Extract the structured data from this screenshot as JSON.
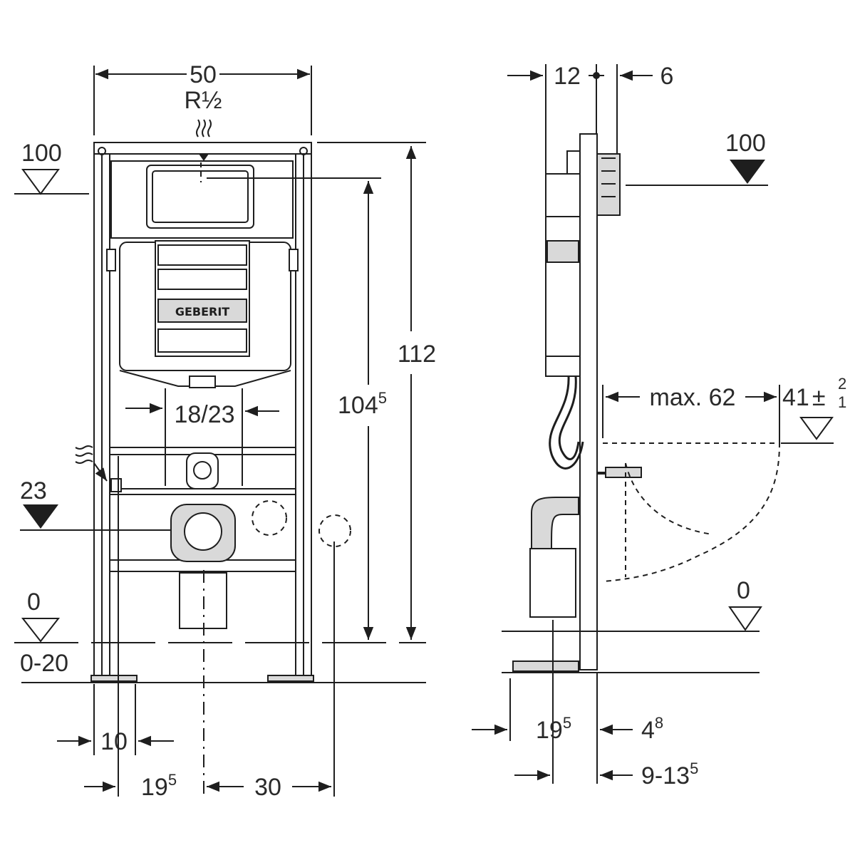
{
  "front_view": {
    "dim_width": "50",
    "dim_connection": "R½",
    "level_top": "100",
    "dim_height_total": "112",
    "dim_height_fixing": "104",
    "dim_height_fixing_sup": "5",
    "dim_actuator": "18/23",
    "level_drain": "23",
    "level_floor": "0",
    "dim_floor_range": "0-20",
    "dim_foot": "10",
    "dim_offset": "19",
    "dim_offset_sup": "5",
    "dim_drain_offset": "30",
    "brand": "GEBERIT"
  },
  "side_view": {
    "dim_depth_a": "12",
    "dim_depth_b": "6",
    "level_top": "100",
    "dim_projection": "max. 62",
    "dim_seat_height": "41",
    "dim_seat_tol_plus": "2",
    "dim_seat_tol_minus": "1",
    "level_floor": "0",
    "dim_bottom_a": "19",
    "dim_bottom_a_sup": "5",
    "dim_bottom_b": "4",
    "dim_bottom_b_sup": "8",
    "dim_bottom_c": "9-13",
    "dim_bottom_c_sup": "5"
  }
}
